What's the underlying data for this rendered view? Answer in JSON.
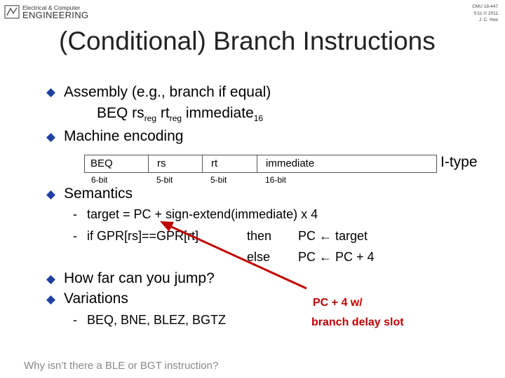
{
  "logo": {
    "line1": "Electrical & Computer",
    "line2": "ENGINEERING"
  },
  "course": {
    "line1": "CMU 18-447",
    "line2": "S'11 © 2011",
    "line3": "J. C. Hoe"
  },
  "title": "(Conditional) Branch Instructions",
  "colors": {
    "bullet": "#2040a0",
    "note": "#c00000",
    "arrow": "#c00000"
  },
  "bullets": {
    "assembly": "Assembly (e.g., branch if equal)",
    "encoding": "Machine encoding",
    "semantics": "Semantics",
    "jump": "How far can you jump?",
    "variations": "Variations"
  },
  "asm": {
    "op": "BEQ rs",
    "reg": "reg",
    "rt": " rt",
    "imm": " immediate",
    "immsub": "16"
  },
  "fields": [
    {
      "name": "BEQ",
      "bits": "6-bit"
    },
    {
      "name": "rs",
      "bits": "5-bit"
    },
    {
      "name": "rt",
      "bits": "5-bit"
    },
    {
      "name": "immediate",
      "bits": "16-bit"
    }
  ],
  "itype": "I-type",
  "semantics": {
    "dash": "-",
    "line1": "target = PC + sign-extend(immediate) x 4",
    "if": "if GPR[rs]==GPR[rt]",
    "then": "then",
    "then_act": "PC ← target",
    "else": "else",
    "else_act": "PC ← PC + 4"
  },
  "variations_sub": "BEQ, BNE, BLEZ, BGTZ",
  "note": {
    "line1": "PC + 4 w/",
    "line2": "branch delay slot"
  },
  "footer": "Why isn’t there a BLE or BGT instruction?"
}
